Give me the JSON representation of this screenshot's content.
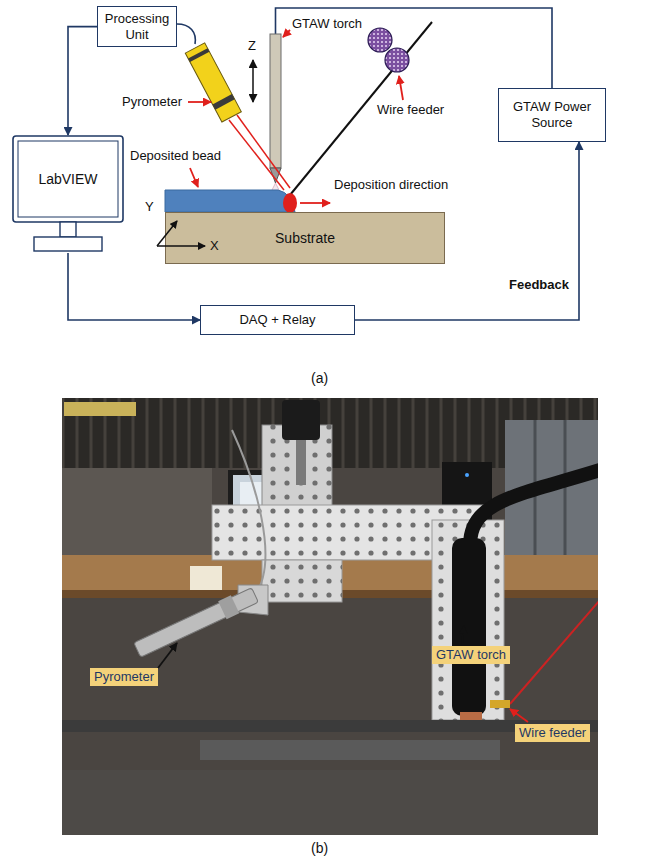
{
  "diagram": {
    "nodes": [
      {
        "text": [
          "Processing Unit"
        ]
      },
      {
        "text": [
          "LabVIEW"
        ]
      },
      {
        "text": [
          "GTAW Power Source"
        ]
      },
      {
        "text": [
          "Substrate"
        ]
      },
      {
        "text": [
          "DAQ + Relay"
        ]
      }
    ],
    "edges": [
      {
        "from": 0,
        "to": 1,
        "arrow": "to"
      },
      {
        "from": 1,
        "to": 4,
        "arrow": "to"
      },
      {
        "from": 4,
        "to": 2,
        "arrow": "to",
        "label": "Feedback"
      }
    ],
    "labels": [
      "Z",
      "GTAW torch",
      "Pyrometer",
      "Wire feeder",
      "Deposited bead",
      "Deposition direction",
      "Y",
      "X",
      "(a)",
      "Pyrometer",
      "GTAW torch",
      "Wire feeder",
      "(b)"
    ]
  }
}
